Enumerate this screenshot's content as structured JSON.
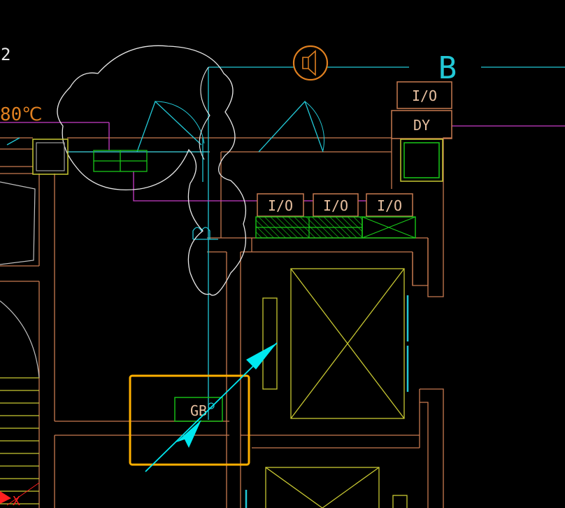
{
  "drawing": {
    "labels": {
      "edge_number": "2",
      "temperature": "80℃",
      "axis_marker": "B",
      "io_top": "I/O",
      "dy": "DY",
      "io_row": [
        "I/O",
        "I/O",
        "I/O"
      ],
      "gb": "GB",
      "corner_mark": "X"
    },
    "colors": {
      "background": "#000000",
      "wall": "#c87a50",
      "cyan": "#22c8d6",
      "magenta": "#c83cc8",
      "green": "#18c818",
      "yellow": "#c8c832",
      "white": "#e8e8e8",
      "orange": "#e08020",
      "highlight": "#ffb000",
      "arrow": "#00e8f0",
      "red": "#ff2020"
    },
    "icons": [
      "speaker-icon",
      "cloud-revision-mark",
      "elevator-cross",
      "stair-treads",
      "direction-arrow"
    ]
  }
}
